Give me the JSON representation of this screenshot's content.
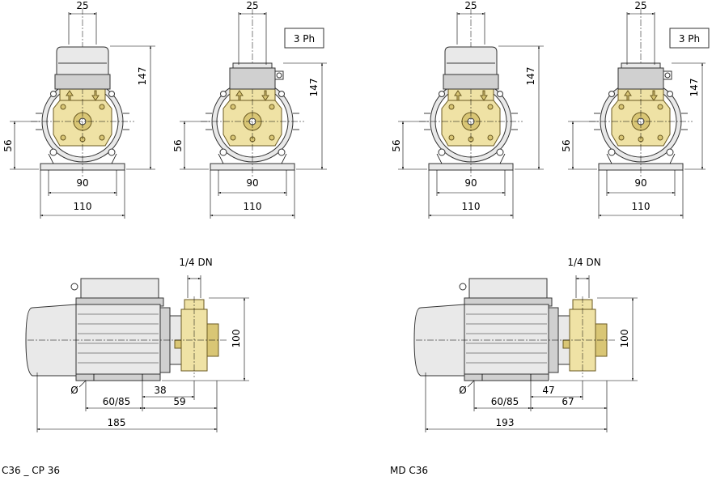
{
  "front_views": [
    {
      "top_dim": "25",
      "tag": "",
      "height_dim": "147",
      "axis_dim": "56",
      "feet_inner_dim": "90",
      "feet_outer_dim": "110"
    },
    {
      "top_dim": "25",
      "tag": "3 Ph",
      "height_dim": "147",
      "axis_dim": "56",
      "feet_inner_dim": "90",
      "feet_outer_dim": "110"
    },
    {
      "top_dim": "25",
      "tag": "",
      "height_dim": "147",
      "axis_dim": "56",
      "feet_inner_dim": "90",
      "feet_outer_dim": "110"
    },
    {
      "top_dim": "25",
      "tag": "3 Ph",
      "height_dim": "147",
      "axis_dim": "56",
      "feet_inner_dim": "90",
      "feet_outer_dim": "110"
    }
  ],
  "side_views": [
    {
      "port_dim": "1/4 DN",
      "height_dim": "100",
      "hole_symbol": "Ø",
      "feet_dim": "60/85",
      "flange_dim": "38",
      "port_offset_dim": "59",
      "length_dim": "185",
      "caption": "C36 _ CP 36"
    },
    {
      "port_dim": "1/4 DN",
      "height_dim": "100",
      "hole_symbol": "Ø",
      "feet_dim": "60/85",
      "flange_dim": "47",
      "port_offset_dim": "67",
      "length_dim": "193",
      "caption": "MD C36"
    }
  ],
  "colors": {
    "pump_head": "#efe2a5",
    "motor_body": "#e9e9e9",
    "lines": "#000000"
  }
}
